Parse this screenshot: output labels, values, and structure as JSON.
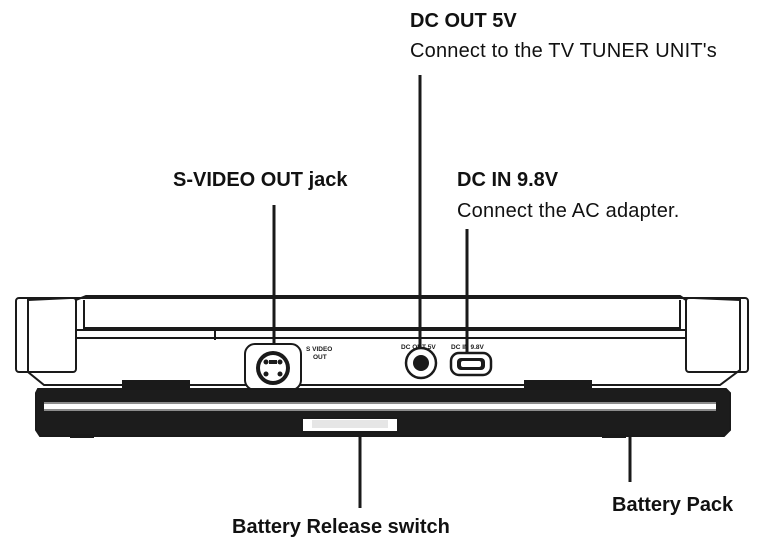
{
  "callouts": {
    "svideo": {
      "title": "S-VIDEO OUT jack"
    },
    "dc_out": {
      "title": "DC OUT 5V",
      "description": "Connect to the TV TUNER UNIT's"
    },
    "dc_in": {
      "title": "DC IN 9.8V",
      "description": "Connect the AC adapter."
    },
    "battery_release": {
      "title": "Battery Release switch"
    },
    "battery_pack": {
      "title": "Battery Pack"
    }
  },
  "device_markings": {
    "svideo_line1": "S VIDEO",
    "svideo_line2": "OUT",
    "dc_out": "DC OUT 5V",
    "dc_in": "DC IN 9.8V"
  }
}
